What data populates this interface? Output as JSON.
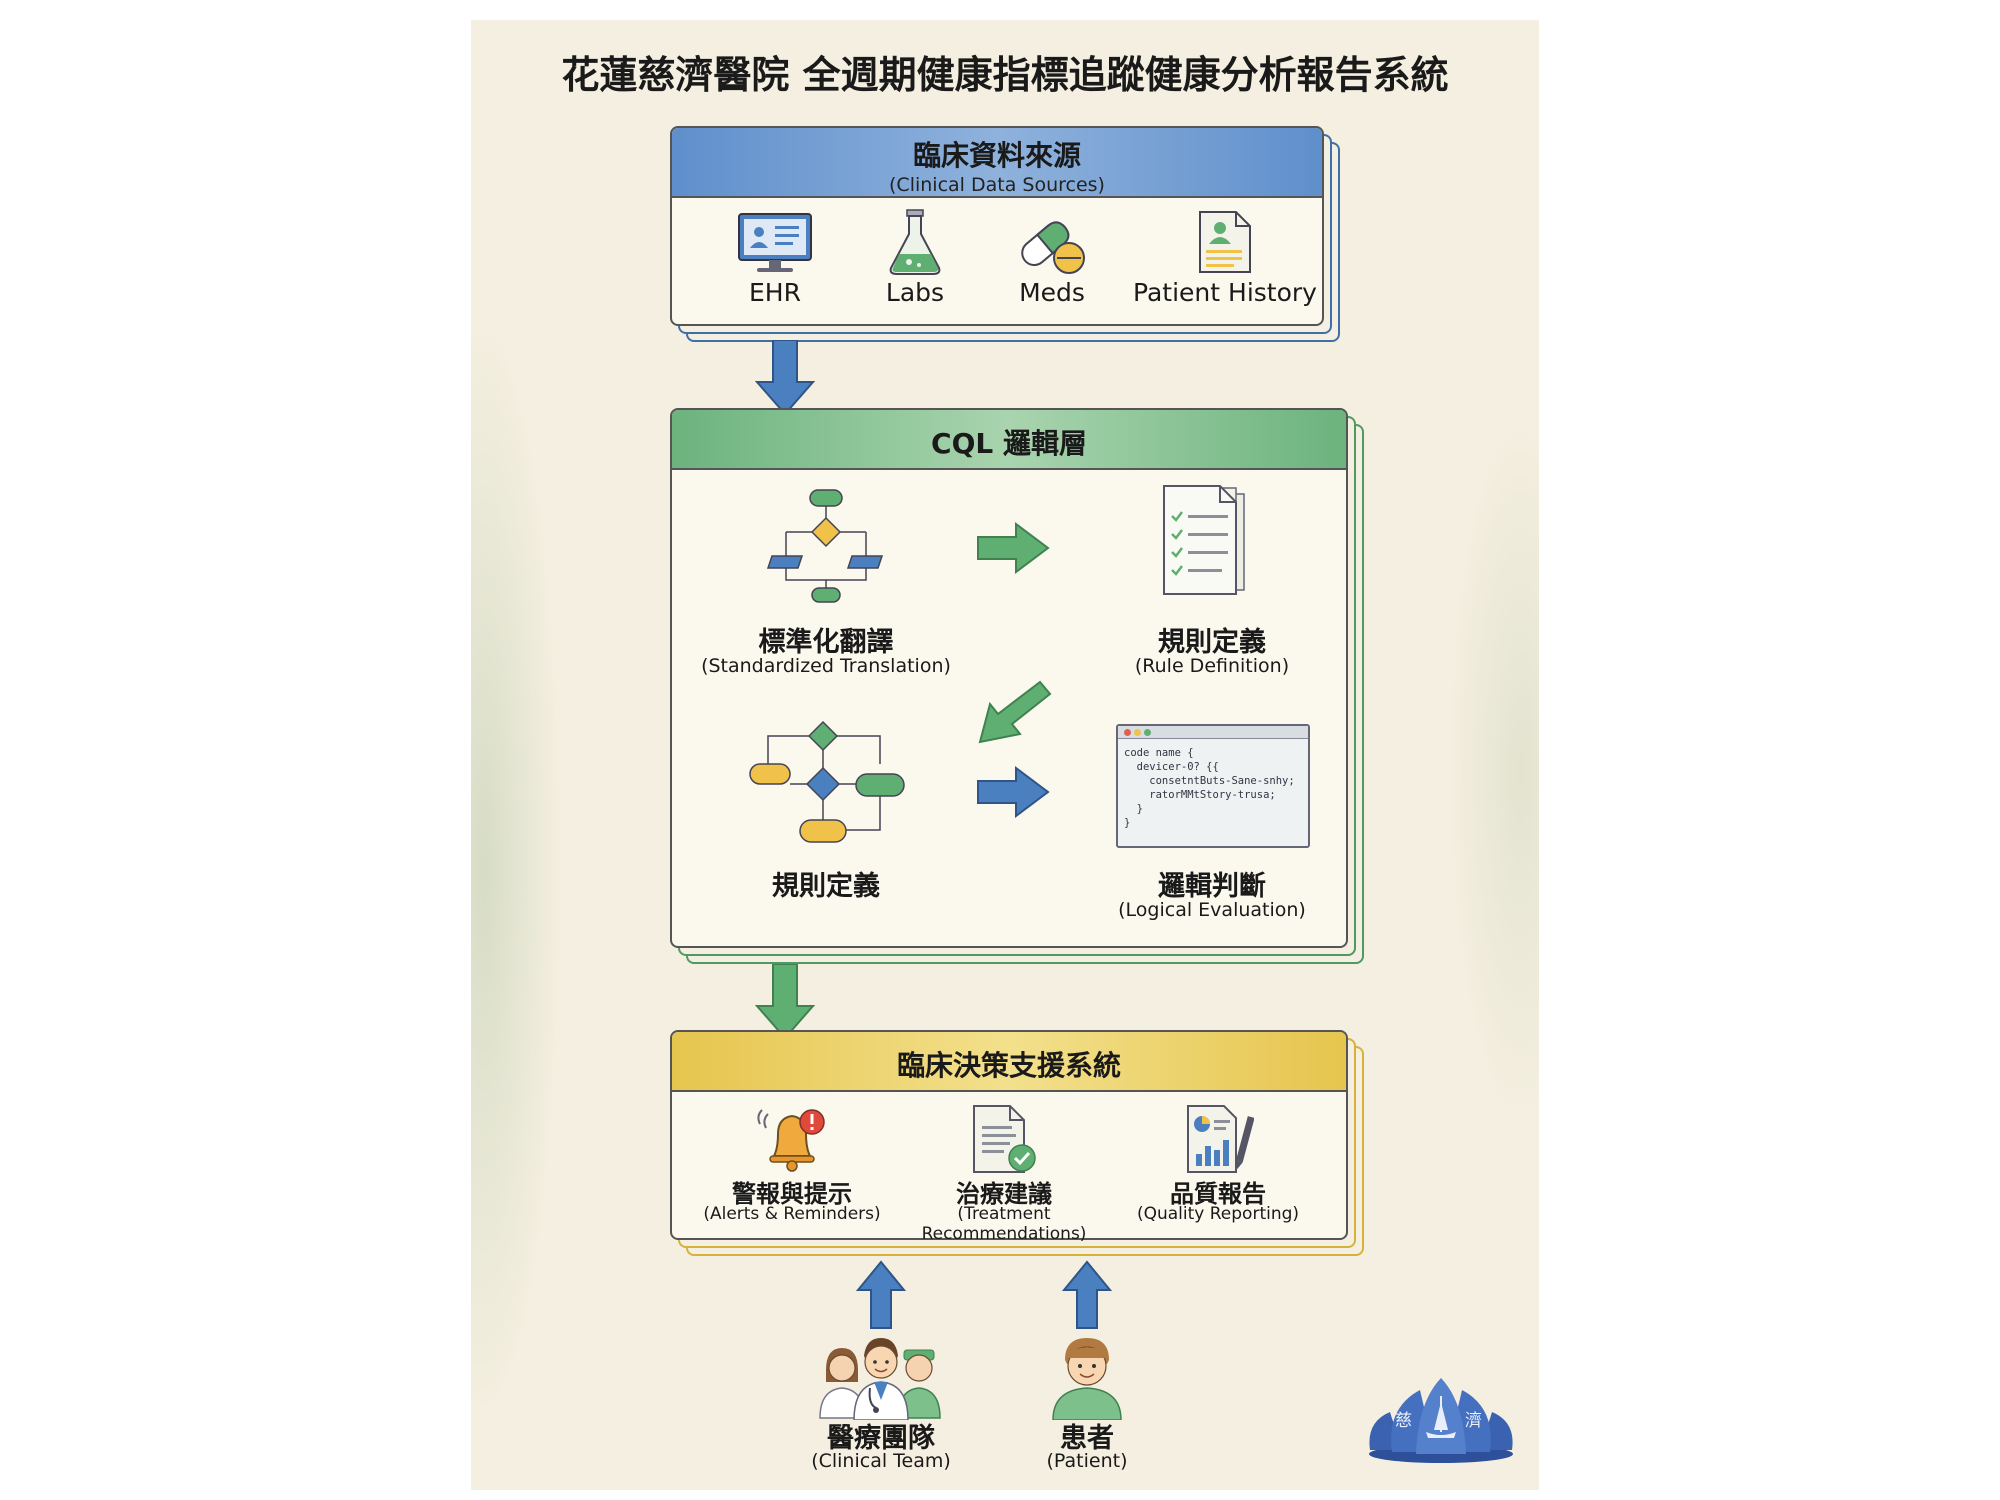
{
  "title": "花蓮慈濟醫院 全週期健康指標追蹤健康分析報告系統",
  "sources": {
    "title": "臨床資料來源",
    "subtitle": "(Clinical Data Sources)",
    "items": [
      {
        "label": "EHR",
        "icon": "monitor-icon"
      },
      {
        "label": "Labs",
        "icon": "flask-icon"
      },
      {
        "label": "Meds",
        "icon": "pill-icon"
      },
      {
        "label": "Patient History",
        "icon": "patient-record-icon"
      }
    ]
  },
  "cql": {
    "title": "CQL 邏輯層",
    "steps": [
      {
        "title": "標準化翻譯",
        "subtitle": "(Standardized Translation)",
        "icon": "flowchart-icon"
      },
      {
        "title": "規則定義",
        "subtitle": "(Rule Definition)",
        "icon": "document-list-icon"
      },
      {
        "title": "規則定義",
        "subtitle": "",
        "icon": "decision-flow-icon"
      },
      {
        "title": "邏輯判斷",
        "subtitle": "(Logical Evaluation)",
        "icon": "code-window-icon"
      }
    ],
    "code_lines": [
      "code name {",
      "  devicer-0? {{",
      "    consetntButs-Sane-snhy;",
      "    ratorMMtStory-trusa;",
      "  }",
      "}"
    ]
  },
  "cdss": {
    "title": "臨床決策支援系統",
    "items": [
      {
        "title": "警報與提示",
        "subtitle": "(Alerts & Reminders)",
        "icon": "alert-bell-icon"
      },
      {
        "title": "治療建議",
        "subtitle": "(Treatment Recommendations)",
        "icon": "checked-document-icon"
      },
      {
        "title": "品質報告",
        "subtitle": "(Quality Reporting)",
        "icon": "report-chart-icon"
      }
    ]
  },
  "users": [
    {
      "title": "醫療團隊",
      "subtitle": "(Clinical Team)",
      "icon": "clinical-team-icon"
    },
    {
      "title": "患者",
      "subtitle": "(Patient)",
      "icon": "patient-icon"
    }
  ],
  "logo": {
    "chars": [
      "慈",
      "濟"
    ]
  },
  "colors": {
    "blue": "#4a7fc0",
    "green": "#5fae72",
    "yellow": "#e8c84a",
    "paper": "#f4efe0"
  }
}
